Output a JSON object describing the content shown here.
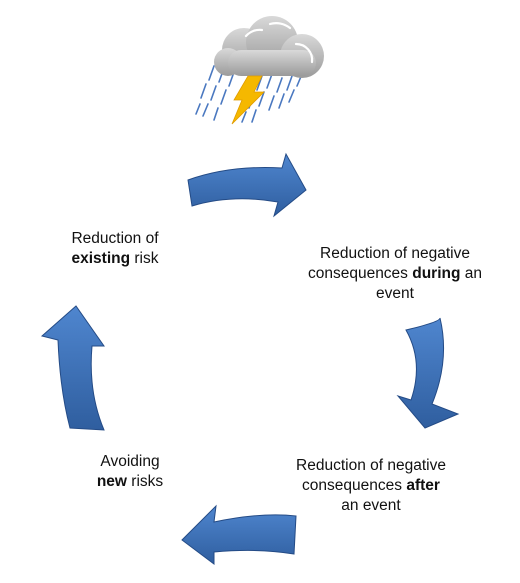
{
  "diagram": {
    "icon": "storm-cloud-icon",
    "colors": {
      "arrow": "#3a6db5",
      "arrow_edge": "#244b86",
      "cloud": "#c8c8c8",
      "rain": "#4a78c0",
      "lightning": "#f5b800"
    },
    "steps": [
      {
        "pre": "Reduction of",
        "bold": "existing",
        "post": "risk"
      },
      {
        "pre": "Reduction of negative consequences",
        "bold": "during",
        "post": "an event"
      },
      {
        "pre": "Reduction of negative consequences",
        "bold": "after",
        "post": "an event"
      },
      {
        "pre": "Avoiding",
        "bold": "new",
        "post": "risks"
      }
    ]
  }
}
